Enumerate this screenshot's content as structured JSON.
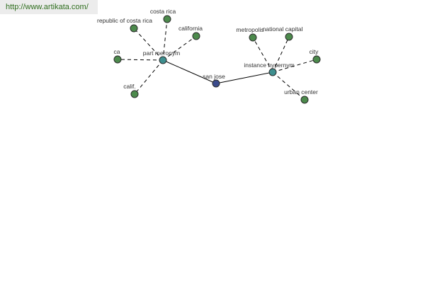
{
  "header": {
    "url": "http://www.artikata.com/"
  },
  "graph": {
    "colors": {
      "root": "#3b4b8c",
      "relation": "#3e8f8f",
      "leaf": "#4c8a4c",
      "node_stroke": "#2b2b2b",
      "edge": "#000000"
    },
    "root": {
      "id": "san-jose",
      "label": "san jose"
    },
    "relations": [
      {
        "id": "part-meronym",
        "label": "part meronym",
        "terms": [
          {
            "id": "costa-rica",
            "label": "costa rica"
          },
          {
            "id": "republic-of-costa-rica",
            "label": "republic of costa rica"
          },
          {
            "id": "california",
            "label": "california"
          },
          {
            "id": "ca",
            "label": "ca"
          },
          {
            "id": "calif",
            "label": "calif."
          }
        ]
      },
      {
        "id": "instance-hypernym",
        "label": "instance hypernym",
        "terms": [
          {
            "id": "metropolis",
            "label": "metropolis"
          },
          {
            "id": "national-capital",
            "label": "national capital"
          },
          {
            "id": "city",
            "label": "city"
          },
          {
            "id": "urban-center",
            "label": "urban center"
          }
        ]
      }
    ]
  }
}
